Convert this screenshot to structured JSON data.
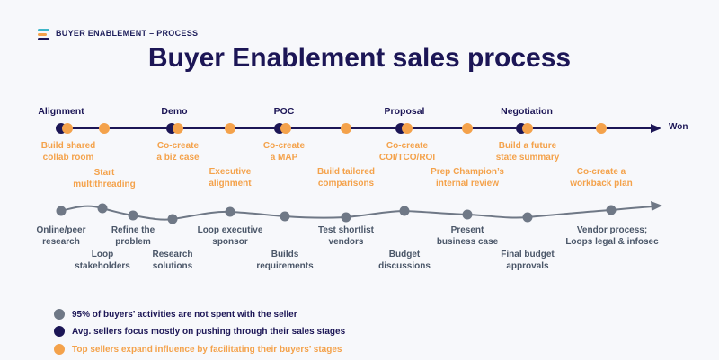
{
  "header": {
    "kicker": "BUYER ENABLEMENT – PROCESS",
    "title": "Buyer Enablement sales process"
  },
  "colors": {
    "navy": "#1c1656",
    "orange": "#f4a24b",
    "gray": "#6f7886",
    "gray_text": "#4a5668"
  },
  "seller_stages": [
    "Alignment",
    "Demo",
    "POC",
    "Proposal",
    "Negotiation"
  ],
  "end_label": "Won",
  "seller_activities": [
    "Build shared\ncollab room",
    "Start\nmultithreading",
    "Co-create\na biz case",
    "Executive\nalignment",
    "Co-create\na MAP",
    "Build tailored\ncomparisons",
    "Co-create\nCOI/TCO/ROI",
    "Prep Champion’s\ninternal review",
    "Build a future\nstate summary",
    "Co-create a\nworkback plan"
  ],
  "buyer_activities": [
    "Online/peer\nresearch",
    "Loop\nstakeholders",
    "Refine the\nproblem",
    "Research\nsolutions",
    "Loop executive\nsponsor",
    "Builds\nrequirements",
    "Test shortlist\nvendors",
    "Budget\ndiscussions",
    "Present\nbusiness case",
    "Final budget\napprovals",
    "Vendor process;\nLoops legal & infosec"
  ],
  "legend": [
    {
      "text": "95% of buyers’ activities are not spent with the seller",
      "color": "#6f7886"
    },
    {
      "text": "Avg. sellers focus mostly on pushing through their sales stages",
      "color": "#1c1656"
    },
    {
      "text": "Top sellers expand influence by facilitating their buyers’ stages",
      "color": "#f4a24b"
    }
  ]
}
